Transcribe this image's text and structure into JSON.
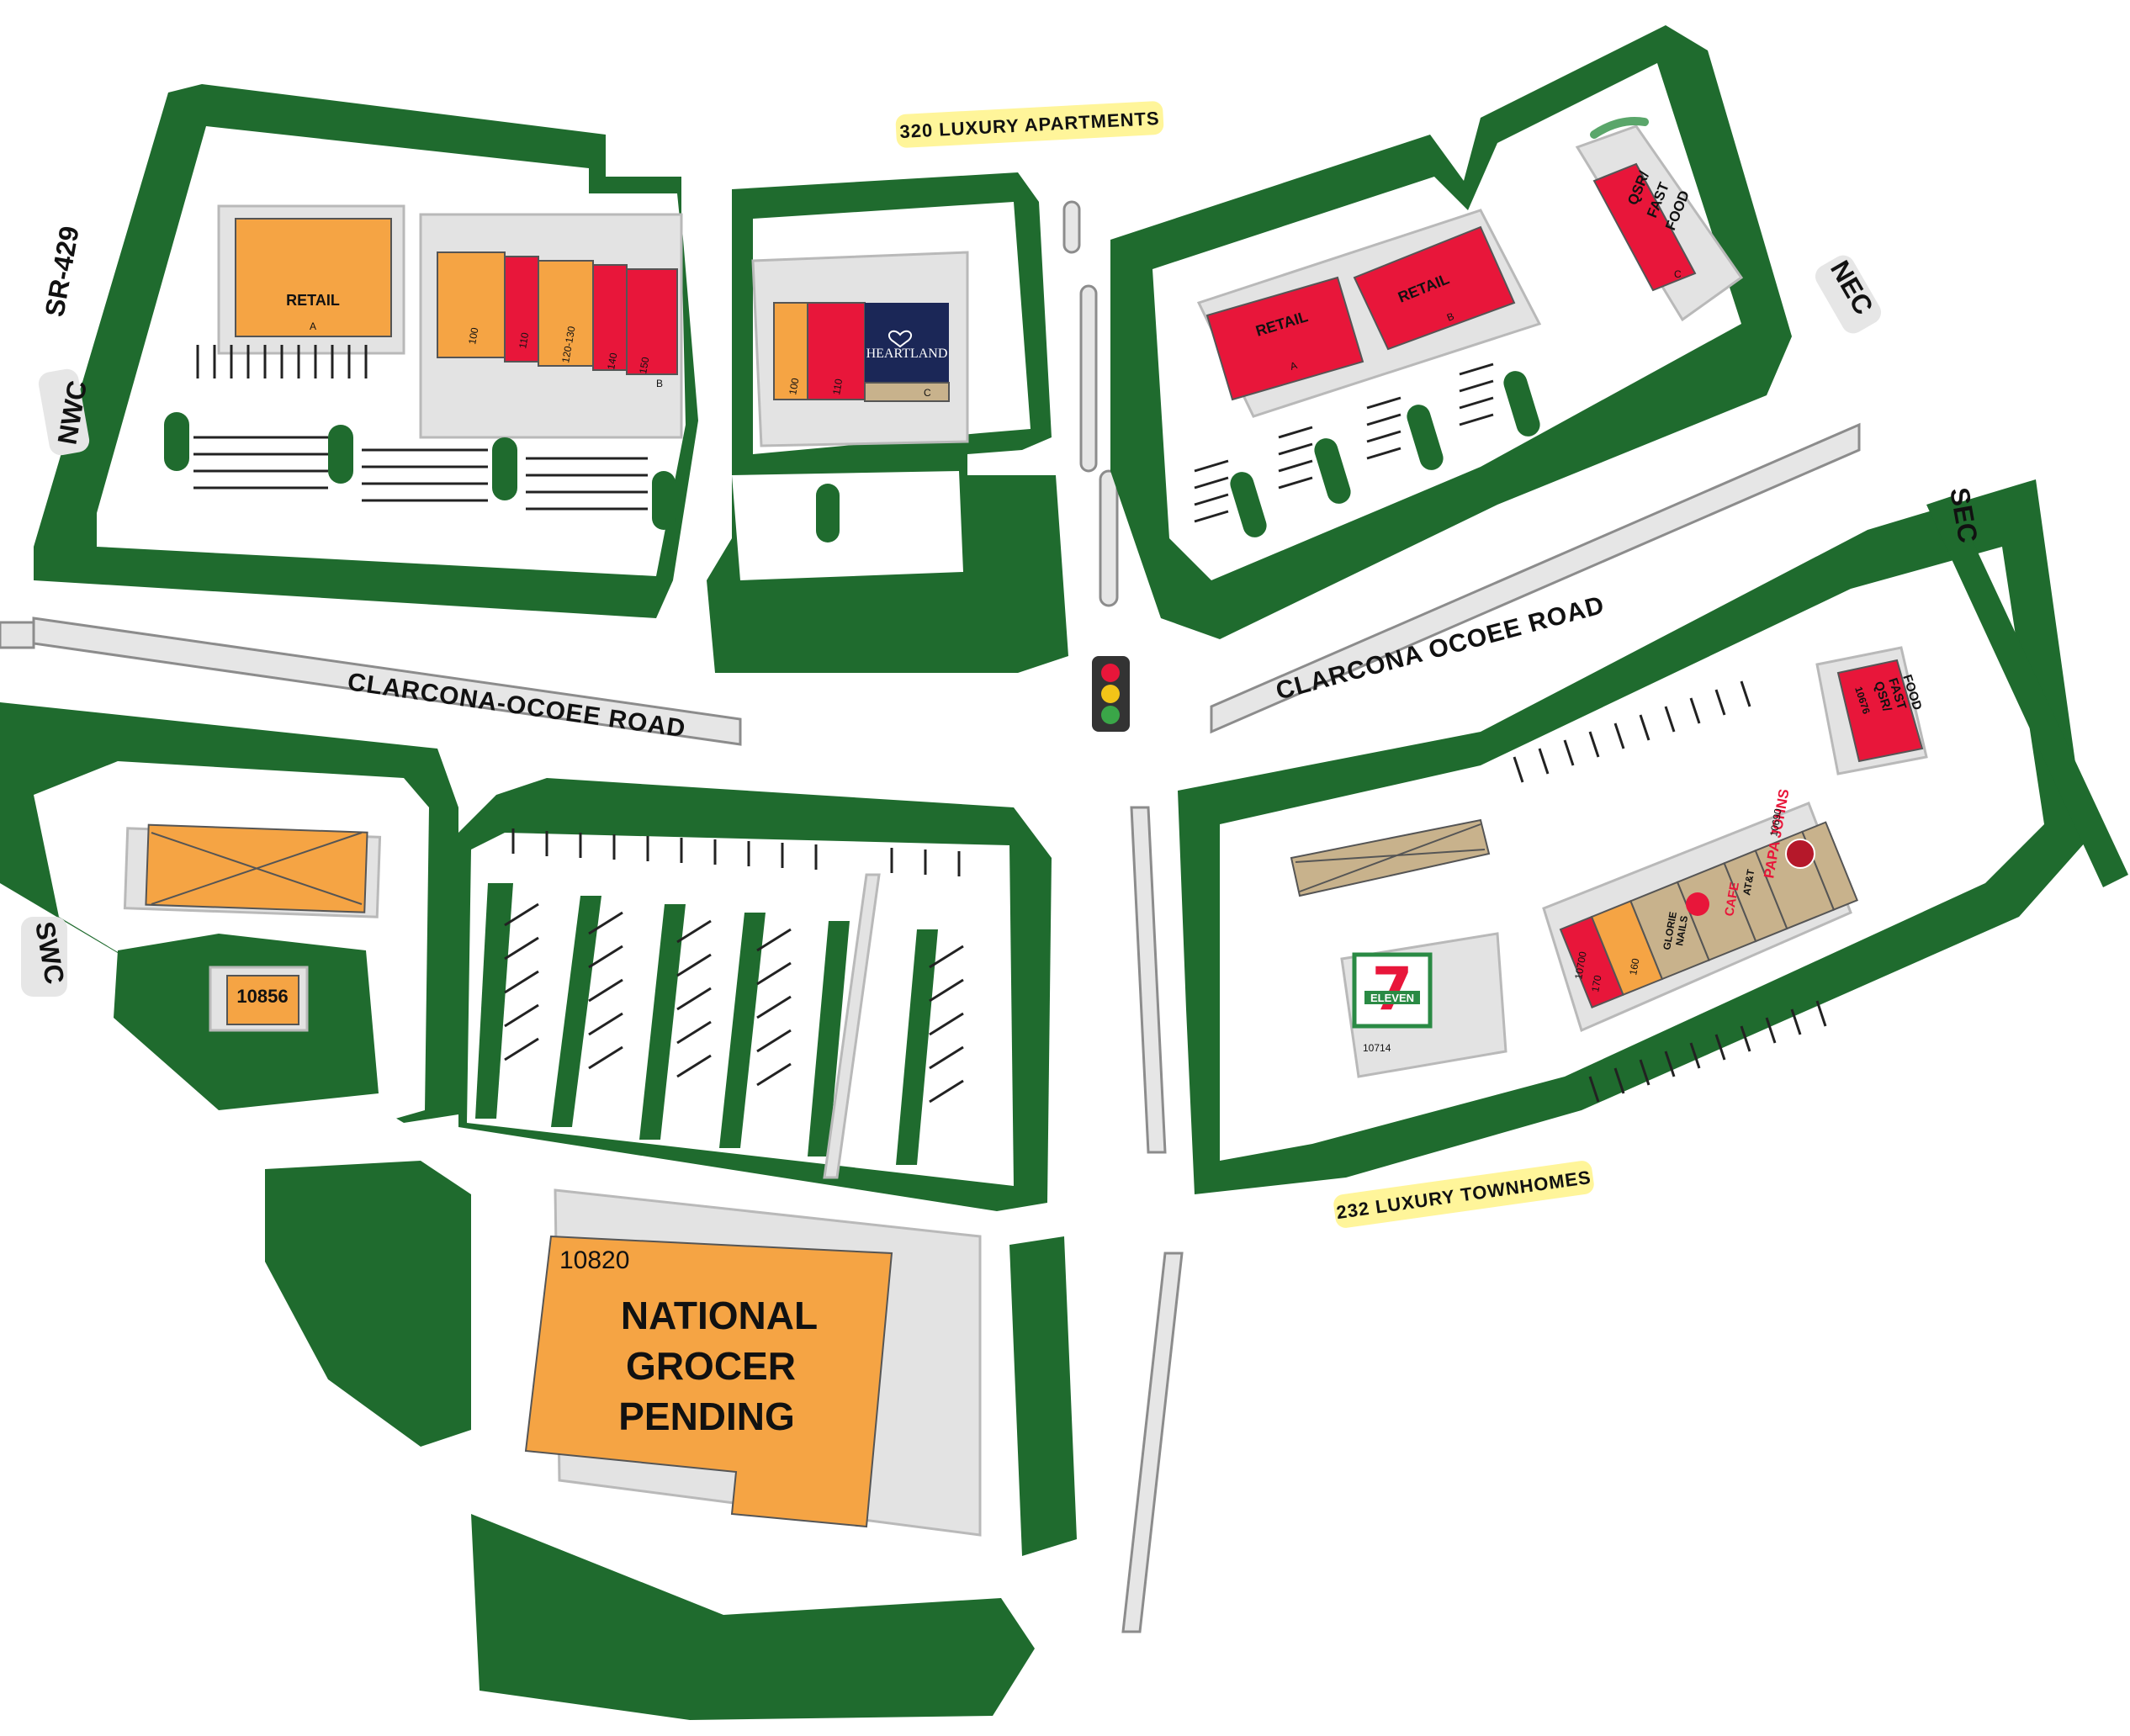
{
  "roads": {
    "west_label": "CLARCONA-OCOEE ROAD",
    "east_label": "CLARCONA OCOEE ROAD",
    "highway": "SR-429"
  },
  "corners": {
    "nwc": "NWC",
    "nec": "NEC",
    "swc": "SWC",
    "sec": "SEC"
  },
  "callouts": {
    "apartments": "320 LUXURY APARTMENTS",
    "townhomes": "232 LUXURY TOWNHOMES"
  },
  "nwc": {
    "retail_label": "RETAIL",
    "retail_unit": "A",
    "units": [
      "100",
      "110",
      "120-130",
      "140",
      "150"
    ],
    "unit_b": "B"
  },
  "center": {
    "units": [
      "100",
      "110"
    ],
    "tenant": "HEARTLAND",
    "unit_c": "C"
  },
  "nec": {
    "retail_a_label": "RETAIL",
    "retail_a_unit": "A",
    "retail_b_label": "RETAIL",
    "retail_b_unit": "B",
    "qsr_lines": [
      "QSR/",
      "FAST",
      "FOOD"
    ],
    "qsr_unit": "C"
  },
  "swc": {
    "outparcel_address": "10856",
    "grocer_address": "10820",
    "grocer_lines": [
      "NATIONAL",
      "GROCER",
      "PENDING"
    ]
  },
  "sec": {
    "qsr_address": "10676",
    "qsr_lines": [
      "QSR/",
      "FAST",
      "FOOD"
    ],
    "seven_eleven_brand": "7",
    "seven_eleven_word": "ELEVEN",
    "seven_eleven_address": "10714",
    "shop_address": "10700",
    "shop_units": [
      "170",
      "160"
    ],
    "glorie_lines": [
      "GLORIE",
      "NAILS"
    ],
    "tenants": [
      "CAFE",
      "AT&T",
      "PAPA JOHNS"
    ],
    "corner_unit": "10690"
  },
  "colors": {
    "landscape": "#1f6b2e",
    "available": "#f5a444",
    "leased": "#e8163a",
    "pad": "#c8b28c",
    "callout": "#fff59a"
  }
}
